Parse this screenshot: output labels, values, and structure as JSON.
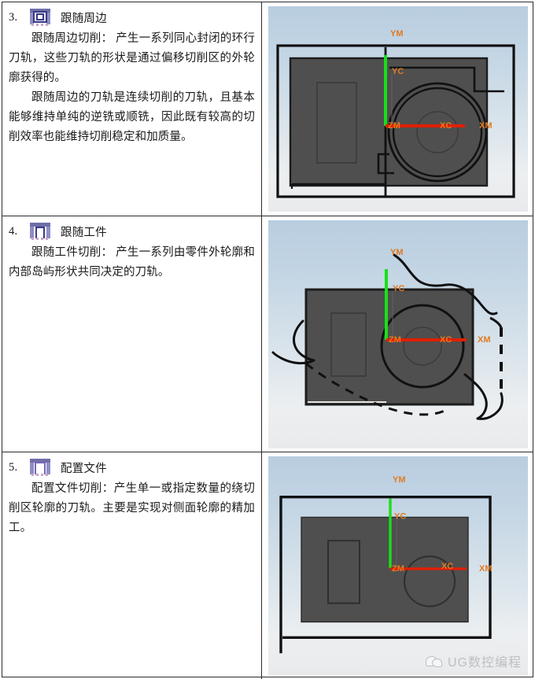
{
  "document": {
    "type": "instructional-table",
    "title_context": "UG切削模式说明"
  },
  "rows": [
    {
      "number": "3.",
      "icon_name": "follow-periphery-icon",
      "title": "跟随周边",
      "paragraphs": [
        "跟随周边切削： 产生一系列同心封闭的环行刀轨，这些刀轨的形状是通过偏移切削区的外轮廓获得的。",
        "跟随周边的刀轨是连续切削的刀轨，且基本能够维持单纯的逆铣或顺铣，因此既有较高的切削效率也能维持切削稳定和加质量。"
      ],
      "image": {
        "name": "follow-periphery-toolpath-view",
        "axis_labels": [
          "YM",
          "YC",
          "ZM",
          "XC",
          "XM"
        ],
        "colors": {
          "y_axis": "#18e018",
          "x_axis": "#e01f00",
          "label": "#e07a20",
          "part": "#4f4f4f",
          "toolpath": "#111111",
          "background_top": "#b8cde0",
          "background_bottom": "#eceff1"
        }
      }
    },
    {
      "number": "4.",
      "icon_name": "follow-part-icon",
      "title": "跟随工件",
      "paragraphs": [
        "跟随工件切削： 产生一系列由零件外轮廓和内部岛屿形状共同决定的刀轨。"
      ],
      "image": {
        "name": "follow-part-toolpath-view",
        "axis_labels": [
          "YM",
          "YC",
          "ZM",
          "XC",
          "XM"
        ],
        "colors": {
          "y_axis": "#18e018",
          "x_axis": "#e01f00",
          "label": "#e07a20",
          "part": "#4f4f4f",
          "toolpath": "#111111",
          "background_top": "#b8cde0",
          "background_bottom": "#eceff1"
        }
      }
    },
    {
      "number": "5.",
      "icon_name": "profile-icon",
      "title": "配置文件",
      "paragraphs": [
        "配置文件切削：产生单一或指定数量的绕切削区轮廓的刀轨。主要是实现对侧面轮廓的精加工。"
      ],
      "image": {
        "name": "profile-toolpath-view",
        "axis_labels": [
          "YM",
          "YC",
          "ZM",
          "XC",
          "XM"
        ],
        "colors": {
          "y_axis": "#18e018",
          "x_axis": "#e01f00",
          "label": "#e07a20",
          "part": "#4f4f4f",
          "toolpath": "#111111",
          "background_top": "#b8cde0",
          "background_bottom": "#eceff1"
        }
      }
    }
  ],
  "watermark": {
    "icon_name": "wechat-icon",
    "text": "UG数控编程"
  }
}
